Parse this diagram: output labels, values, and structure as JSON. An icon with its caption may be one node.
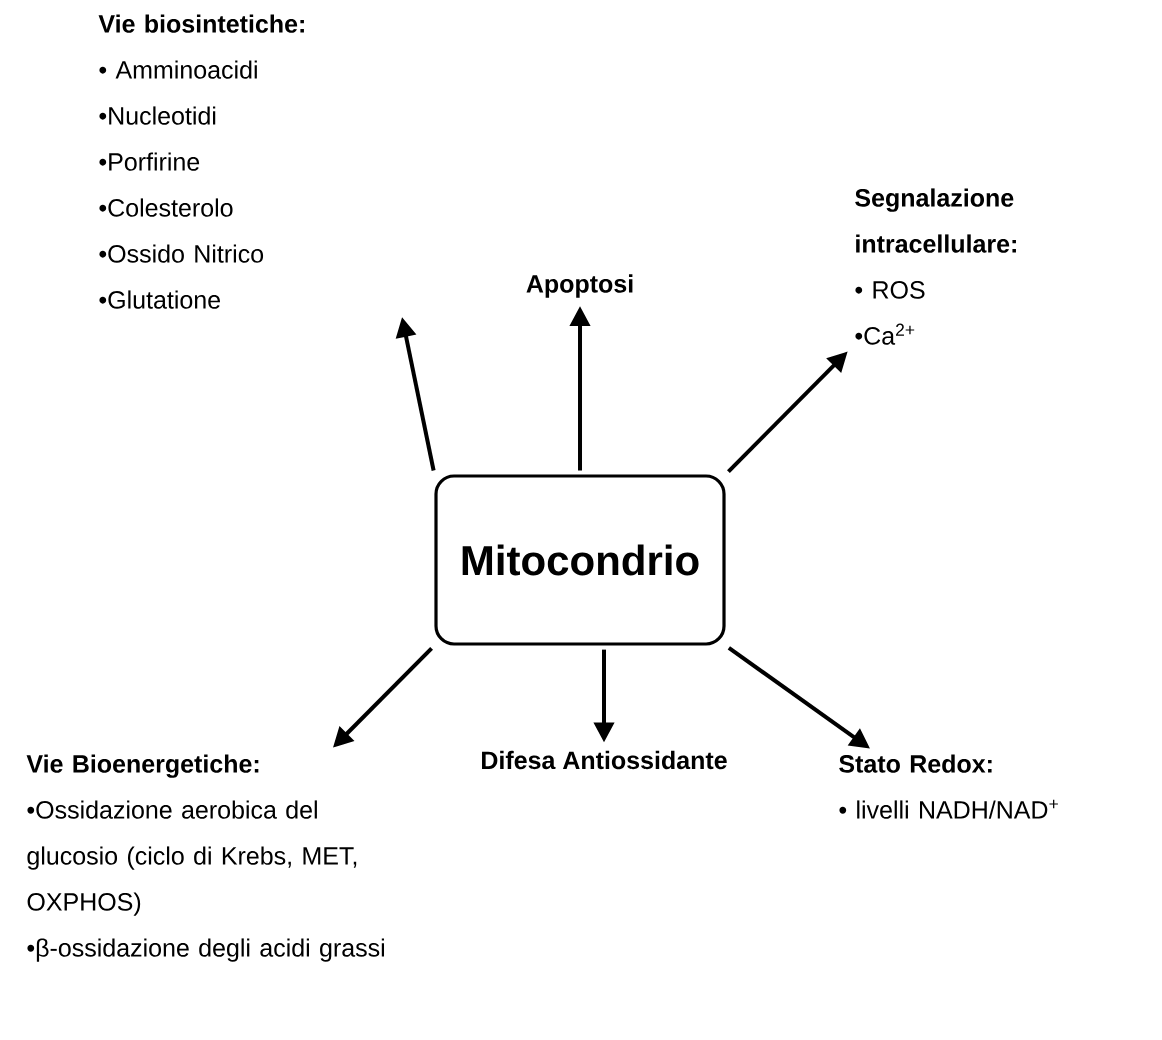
{
  "diagram": {
    "nodes": [
      {
        "text": [
          "Mitocondrio"
        ]
      },
      {
        "text": [
          "Vie biosintetiche:",
          "• Amminoacidi",
          "•Nucleotidi",
          "•Porfirine",
          "•Colesterolo",
          "•Ossido Nitrico",
          "•Glutatione"
        ]
      },
      {
        "text": [
          "Apoptosi"
        ]
      },
      {
        "text": [
          "Segnalazione intracellulare:",
          "• ROS",
          "•Ca$^{2+}$"
        ]
      },
      {
        "text": [
          "Vie Bioenergetiche:",
          "•Ossidazione aerobica del glucosio (ciclo di Krebs, MET, OXPHOS)",
          "•β-ossidazione degli acidi grassi"
        ]
      },
      {
        "text": [
          "Difesa Antiossidante"
        ]
      },
      {
        "text": [
          "Stato Redox:",
          "• livelli NADH/NAD$^{+}$"
        ]
      }
    ],
    "edges": [
      {
        "from": 0,
        "to": 1,
        "arrow": "to"
      },
      {
        "from": 0,
        "to": 2,
        "arrow": "to"
      },
      {
        "from": 0,
        "to": 3,
        "arrow": "to"
      },
      {
        "from": 0,
        "to": 4,
        "arrow": "to"
      },
      {
        "from": 0,
        "to": 5,
        "arrow": "to"
      },
      {
        "from": 0,
        "to": 6,
        "arrow": "to"
      }
    ]
  }
}
